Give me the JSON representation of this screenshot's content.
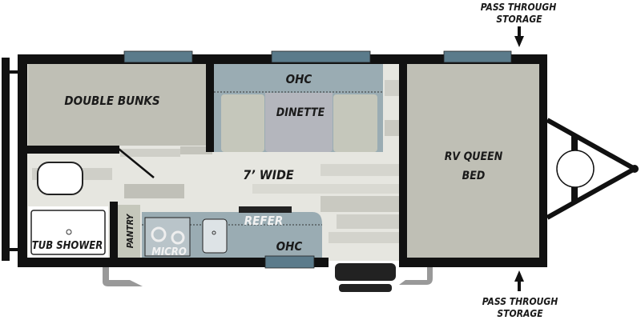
{
  "labels": {
    "double_bunks": "DOUBLE BUNKS",
    "ohc_top": "OHC",
    "dinette": "DINETTE",
    "width": "7’ WIDE",
    "rv_queen_line1": "RV QUEEN",
    "rv_queen_line2": "BED",
    "refer": "REFER",
    "ohc_bottom": "OHC",
    "micro": "MICRO",
    "pantry": "PANTRY",
    "tub_shower": "TUB SHOWER",
    "pass_through_top_line1": "PASS THROUGH",
    "pass_through_top_line2": "STORAGE",
    "pass_through_bottom_line1": "PASS THROUGH",
    "pass_through_bottom_line2": "STORAGE"
  },
  "colors": {
    "wall": "#111111",
    "bed": "#bfbfb5",
    "dinette_seat": "#c5c7bb",
    "dinette_table": "#b4b6bd",
    "cabinet_blue": "#9aacb3",
    "window": "#5b7b8b",
    "floor": "#e6e6e0"
  }
}
